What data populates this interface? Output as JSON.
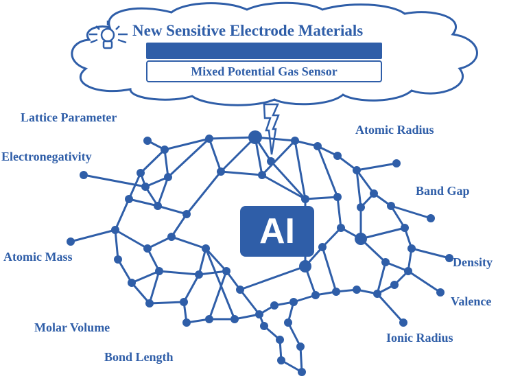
{
  "header": {
    "title": "New Sensitive Electrode Materials",
    "subtitle": "Mixed Potential Gas Sensor"
  },
  "center_label": "AI",
  "properties": {
    "lattice_parameter": "Lattice Parameter",
    "electronegativity": "Electronegativity",
    "atomic_mass": "Atomic Mass",
    "molar_volume": "Molar Volume",
    "bond_length": "Bond Length",
    "atomic_radius": "Atomic Radius",
    "band_gap": "Band Gap",
    "density": "Density",
    "valence": "Valence",
    "ionic_radius": "Ionic Radius"
  },
  "icons": [
    "lightbulb-icon",
    "lightning-bolt-icon",
    "cloud-shape",
    "neural-network-brain"
  ],
  "colors": {
    "primary": "#2f5ea8",
    "background": "#ffffff"
  }
}
